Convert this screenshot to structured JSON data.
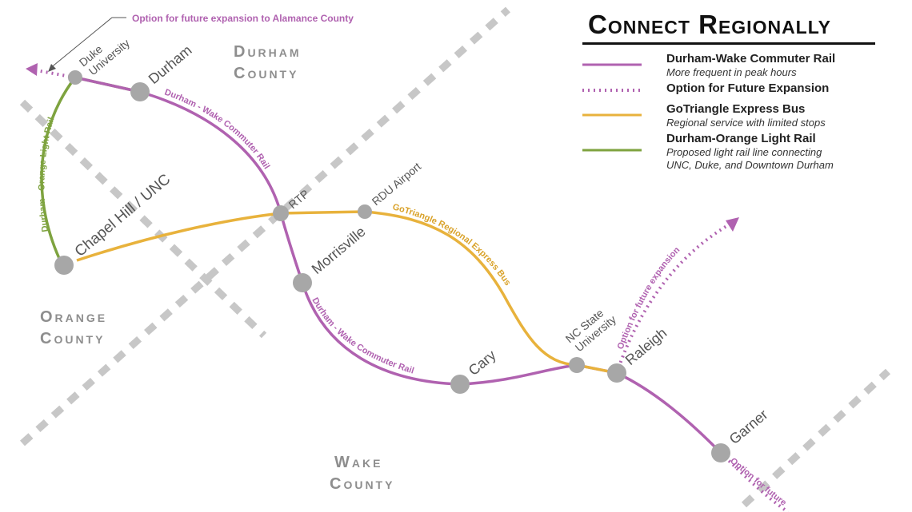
{
  "legend": {
    "title": "Connect Regionally",
    "items": [
      {
        "name": "Durham-Wake Commuter Rail",
        "desc": "More frequent in peak hours",
        "style": "solid",
        "color": "#b062b0"
      },
      {
        "name": "Option for Future Expansion",
        "desc": "",
        "style": "dotted",
        "color": "#b062b0"
      },
      {
        "name": "GoTriangle Express Bus",
        "desc": "Regional service with limited stops",
        "style": "solid",
        "color": "#e8b23c"
      },
      {
        "name": "Durham-Orange Light Rail",
        "desc": "Proposed light rail line connecting\nUNC, Duke, and Downtown Durham",
        "style": "solid",
        "color": "#7ea33f"
      }
    ]
  },
  "counties": {
    "durham": {
      "line1": "Durham",
      "line2": "County"
    },
    "orange": {
      "line1": "Orange",
      "line2": "County"
    },
    "wake": {
      "line1": "Wake",
      "line2": "County"
    }
  },
  "stations": {
    "duke": {
      "line1": "Duke",
      "line2": "University"
    },
    "durham": "Durham",
    "chapel_hill": "Chapel Hill / UNC",
    "rtp": "RTP",
    "rdu": "RDU Airport",
    "morrisville": "Morrisville",
    "cary": "Cary",
    "nc_state": {
      "line1": "NC State",
      "line2": "University"
    },
    "raleigh": "Raleigh",
    "garner": "Garner"
  },
  "line_labels": {
    "commuter_rail_upper": "Durham - Wake Commuter Rail",
    "commuter_rail_lower": "Durham - Wake Commuter Rail",
    "light_rail": "Durham - Orange Light Rail",
    "express_bus": "GoTriangle Regional Express Bus"
  },
  "annotations": {
    "alamance": "Option for future expansion to Alamance County",
    "expansion_ne": "Option for future expansion",
    "expansion_se": "Option for future"
  },
  "colors": {
    "rail": "#b062b0",
    "bus": "#e8b23c",
    "light_rail": "#7ea33f",
    "station": "#a7a7a7",
    "county_line": "#c7c7c7",
    "county_text": "#8e8e8e"
  }
}
